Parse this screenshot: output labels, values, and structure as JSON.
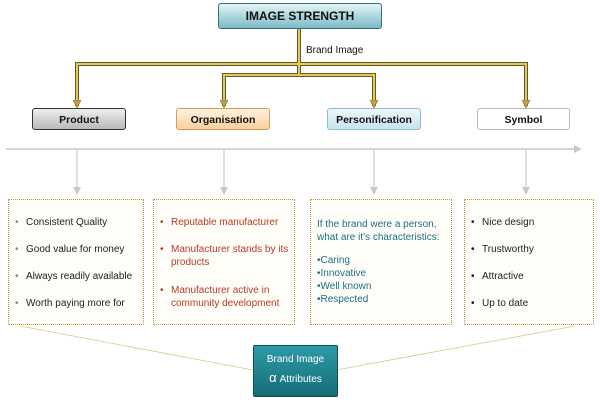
{
  "title": "IMAGE STRENGTH",
  "connector_label": "Brand Image",
  "categories": [
    {
      "label": "Product"
    },
    {
      "label": "Organisation"
    },
    {
      "label": "Personification"
    },
    {
      "label": "Symbol"
    }
  ],
  "product_items": [
    "Consistent Quality",
    "Good value for money",
    "Always readily available",
    "Worth paying more for"
  ],
  "organisation_items": [
    "Reputable manufacturer",
    "Manufacturer stands by its products",
    "Manufacturer active in community development"
  ],
  "personification": {
    "intro": "If the brand were a person, what are it's characteristics:",
    "items": [
      "Caring",
      "Innovative",
      "Well known",
      "Respected"
    ]
  },
  "symbol_items": [
    "Nice design",
    "Trustworthy",
    "Attractive",
    "Up to date"
  ],
  "banner": {
    "line1": "Brand Image",
    "symbol": "α",
    "line2": "Attributes"
  },
  "colors": {
    "connector_gold": "#bfa23a",
    "panel_border": "#c9963a",
    "organisation_text": "#b83a26",
    "personification_text": "#1c6f86",
    "banner_teal": "#1f8591"
  },
  "bullet_glyph": "•"
}
